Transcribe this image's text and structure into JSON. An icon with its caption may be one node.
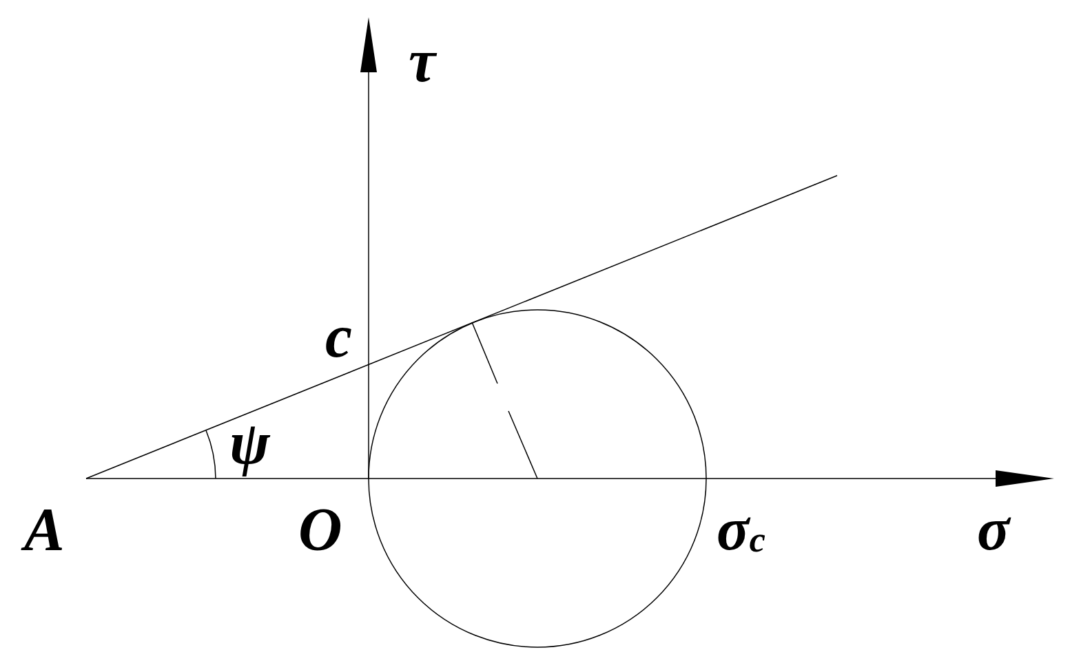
{
  "diagram": {
    "labels": [
      "τ",
      "c",
      "ψ",
      "A",
      "O",
      "σ$_{c}$",
      "σ"
    ]
  }
}
